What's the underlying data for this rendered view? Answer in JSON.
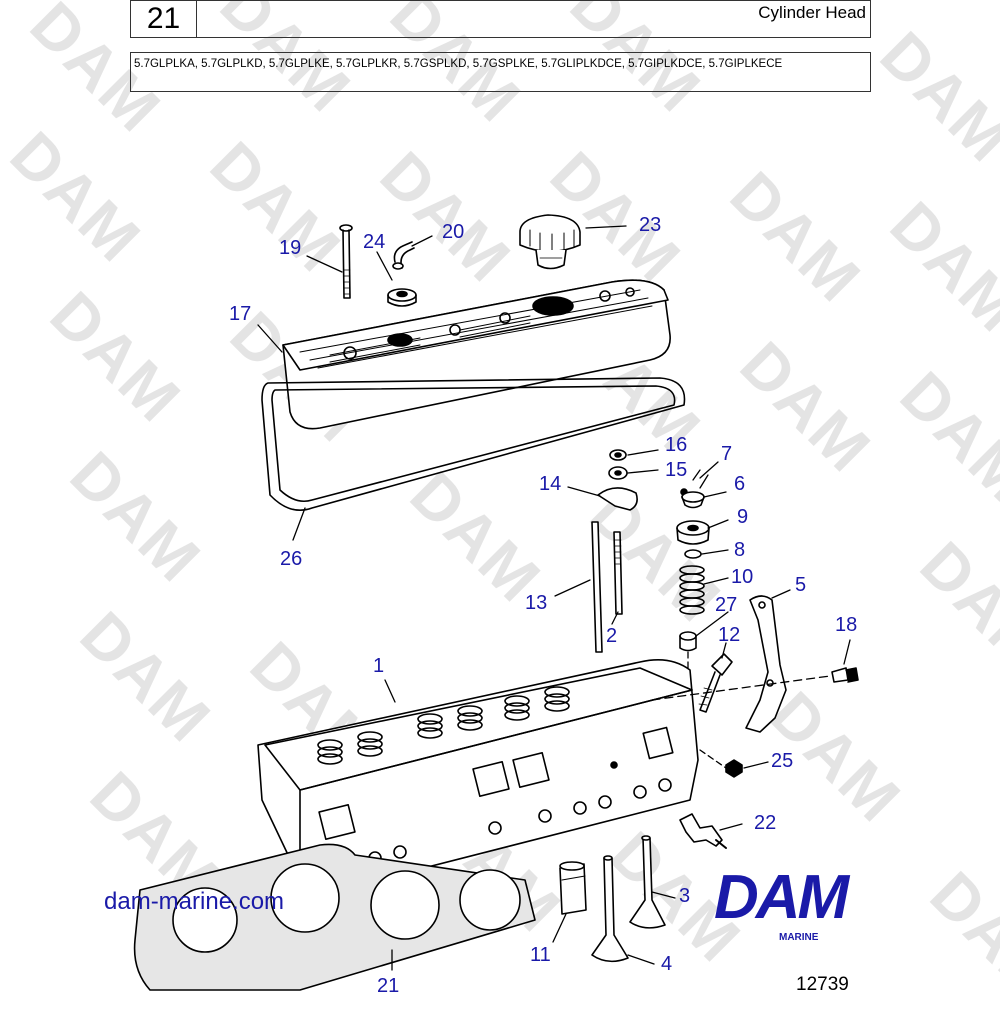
{
  "header": {
    "page_number": "21",
    "title": "Cylinder Head",
    "models": "5.7GLPLKA, 5.7GLPLKD, 5.7GLPLKE, 5.7GLPLKR, 5.7GSPLKD, 5.7GSPLKE, 5.7GLIPLKDCE, 5.7GIPLKDCE, 5.7GIPLKECE"
  },
  "watermark_text": "DAM",
  "callouts": [
    "1",
    "2",
    "3",
    "4",
    "5",
    "6",
    "7",
    "8",
    "9",
    "10",
    "11",
    "12",
    "13",
    "14",
    "15",
    "16",
    "17",
    "18",
    "19",
    "20",
    "21",
    "22",
    "23",
    "24",
    "25",
    "26",
    "27"
  ],
  "footer": {
    "website": "dam-marine.com",
    "logo_text": "DAM",
    "logo_subtext": "MARINE",
    "figure_number": "12739"
  },
  "colors": {
    "callout": "#1a1aa8",
    "line": "#000000",
    "watermark": "#e4e4e4"
  }
}
